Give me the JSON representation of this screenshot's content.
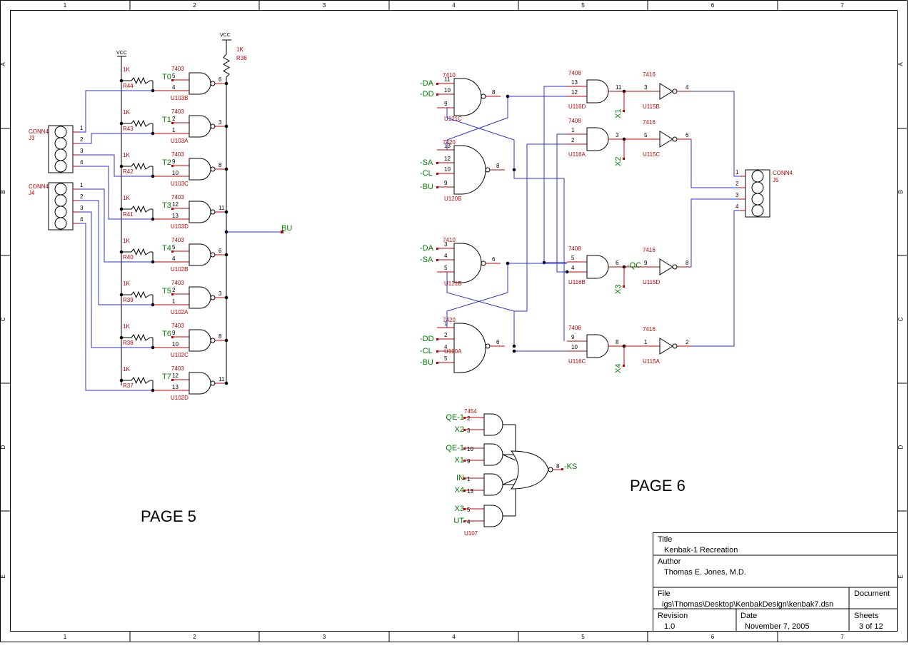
{
  "frame": {
    "col_labels": [
      "1",
      "2",
      "3",
      "4",
      "5",
      "6",
      "7"
    ],
    "row_labels": [
      "A",
      "B",
      "C",
      "D",
      "E"
    ]
  },
  "page_labels": {
    "left": "PAGE 5",
    "right": "PAGE 6"
  },
  "title_block": {
    "title_label": "Title",
    "title_value": "Kenbak-1 Recreation",
    "author_label": "Author",
    "author_value": "Thomas E. Jones, M.D.",
    "file_label": "File",
    "file_value": "igs\\Thomas\\Desktop\\KenbakDesign\\kenbak7.dsn",
    "document_label": "Document",
    "revision_label": "Revision",
    "revision_value": "1.0",
    "date_label": "Date",
    "date_value": "November 7, 2005",
    "sheets_label": "Sheets",
    "sheets_value": "3 of 12"
  },
  "left": {
    "vcc": "VCC",
    "r36": {
      "value": "1K",
      "ref": "R36"
    },
    "conn_j3": {
      "type": "CONN4",
      "ref": "J3",
      "pins": [
        "1",
        "2",
        "3",
        "4"
      ]
    },
    "conn_j4": {
      "type": "CONN4",
      "ref": "J4",
      "pins": [
        "1",
        "2",
        "3",
        "4"
      ]
    },
    "output": "BU",
    "gates": [
      {
        "sig": "T0",
        "part": "7403",
        "pa": "5",
        "pb": "4",
        "pout": "6",
        "ref": "U103B",
        "r": "R44",
        "rv": "1K"
      },
      {
        "sig": "T1",
        "part": "7403",
        "pa": "2",
        "pb": "1",
        "pout": "3",
        "ref": "U103A",
        "r": "R43",
        "rv": "1K"
      },
      {
        "sig": "T2",
        "part": "7403",
        "pa": "9",
        "pb": "10",
        "pout": "8",
        "ref": "U103C",
        "r": "R42",
        "rv": "1K"
      },
      {
        "sig": "T3",
        "part": "7403",
        "pa": "12",
        "pb": "13",
        "pout": "11",
        "ref": "U103D",
        "r": "R41",
        "rv": "1K"
      },
      {
        "sig": "T4",
        "part": "7403",
        "pa": "5",
        "pb": "4",
        "pout": "6",
        "ref": "U102B",
        "r": "R40",
        "rv": "1K"
      },
      {
        "sig": "T5",
        "part": "7403",
        "pa": "2",
        "pb": "1",
        "pout": "3",
        "ref": "U102A",
        "r": "R39",
        "rv": "1K"
      },
      {
        "sig": "T6",
        "part": "7403",
        "pa": "9",
        "pb": "10",
        "pout": "8",
        "ref": "U102C",
        "r": "R38",
        "rv": "1K"
      },
      {
        "sig": "T7",
        "part": "7403",
        "pa": "12",
        "pb": "13",
        "pout": "11",
        "ref": "U102D",
        "r": "R37",
        "rv": "1K"
      }
    ]
  },
  "right": {
    "u121c": {
      "part": "7410",
      "ref": "U121C",
      "in": [
        "-DA",
        "-DD",
        ""
      ],
      "pins": [
        "11",
        "10",
        "9"
      ],
      "out": "8"
    },
    "u120b": {
      "part": "7420",
      "ref": "U120B",
      "in": [
        "",
        "-SA",
        "-CL",
        "-BU"
      ],
      "pins": [
        "13",
        "12",
        "10",
        "9"
      ],
      "out": "8"
    },
    "u121b": {
      "part": "7410",
      "ref": "U121B",
      "in": [
        "-DA",
        "-SA",
        ""
      ],
      "pins": [
        "3",
        "4",
        "5"
      ],
      "out": "6"
    },
    "u120a": {
      "part": "7420",
      "ref": "U120A",
      "in": [
        "",
        "-DD",
        "-CL",
        "-BU"
      ],
      "pins": [
        "1",
        "2",
        "4",
        "5"
      ],
      "out": "6"
    },
    "and_gates": [
      {
        "part": "7408",
        "ref": "U116D",
        "pa": "13",
        "pb": "12",
        "pout": "11",
        "x": "X1"
      },
      {
        "part": "7408",
        "ref": "U116A",
        "pa": "1",
        "pb": "2",
        "pout": "3",
        "x": "X2"
      },
      {
        "part": "7408",
        "ref": "U116B",
        "pa": "5",
        "pb": "4",
        "pout": "6",
        "x": "X3"
      },
      {
        "part": "7408",
        "ref": "U116C",
        "pa": "9",
        "pb": "10",
        "pout": "8",
        "x": "X4"
      }
    ],
    "inverters": [
      {
        "part": "7416",
        "ref": "U115B",
        "pin": "3",
        "pout": "4"
      },
      {
        "part": "7416",
        "ref": "U115C",
        "pin": "5",
        "pout": "6"
      },
      {
        "part": "7416",
        "ref": "U115D",
        "pin": "9",
        "pout": "8",
        "sig": "-QC"
      },
      {
        "part": "7416",
        "ref": "U115A",
        "pin": "1",
        "pout": "2"
      }
    ],
    "conn_j5": {
      "type": "CONN4",
      "ref": "J5",
      "pins": [
        "1",
        "2",
        "3",
        "4"
      ]
    },
    "u107": {
      "part": "7454",
      "ref": "U107",
      "out_pin": "8",
      "out_sig": "-KS",
      "inputs": [
        {
          "sig": "QE-1",
          "pin": "2"
        },
        {
          "sig": "X2",
          "pin": "3"
        },
        {
          "sig": "QE-1",
          "pin": "10"
        },
        {
          "sig": "X1",
          "pin": "9"
        },
        {
          "sig": "IN",
          "pin": "1"
        },
        {
          "sig": "X4",
          "pin": "13"
        },
        {
          "sig": "X3",
          "pin": "5"
        },
        {
          "sig": "UT",
          "pin": "4"
        }
      ]
    }
  }
}
